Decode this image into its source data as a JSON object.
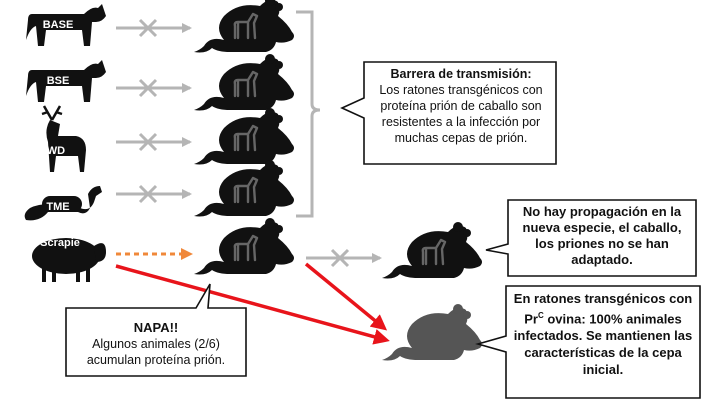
{
  "sources": {
    "base": "BASE",
    "bse": "BSE",
    "cwd": "CWD",
    "tme": "TME",
    "scrapie": "Scrapie"
  },
  "callouts": {
    "barrier_title": "Barrera de transmisión:",
    "barrier_text": "Los ratones transgénicos con proteína prión de caballo son resistentes a la infección por muchas cepas de prión.",
    "no_propagation": "No hay propagación en la nueva especie, el caballo, los priones no se han adaptado.",
    "ovine_prefix": "En ratones transgénicos con Pr",
    "ovine_sup": "C",
    "ovine_suffix": " ovina: 100% animales infectados. Se mantienen las características de la cepa inicial.",
    "napa_title": "NAPA!!",
    "napa_text": "Algunos animales (2/6) acumulan proteína prión."
  },
  "colors": {
    "grey_arrow": "#b5b5b5",
    "orange_dotted": "#f0883a",
    "red_arrow": "#e8141b",
    "mouse_black": "#111111",
    "mouse_grey": "#555555"
  }
}
